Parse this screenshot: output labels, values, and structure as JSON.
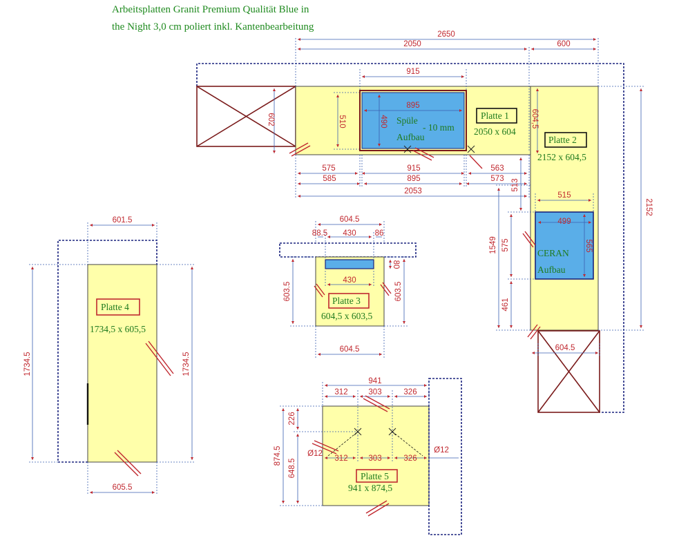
{
  "title": {
    "line1": "Arbeitsplatten Granit Premium Qualität Blue in",
    "line2": "the Night 3,0 cm poliert inkl. Kantenbearbeitung"
  },
  "colors": {
    "slab": "#ffffaa",
    "sink": "#5aaee8",
    "dim": "#c0282f",
    "label_text": "#1f7a1f",
    "outline_dashed": "#1a237e",
    "cabinet": "#7a1a1a",
    "marker": "#c0282f"
  },
  "slabs": {
    "platte1": {
      "name": "Platte 1",
      "size": "2050 x 604"
    },
    "platte2": {
      "name": "Platte 2",
      "size": "2152 x 604,5"
    },
    "platte3": {
      "name": "Platte 3",
      "size": "604,5 x 603,5"
    },
    "platte4": {
      "name": "Platte 4",
      "size": "1734,5 x 605,5"
    },
    "platte5": {
      "name": "Platte 5",
      "size": "941 x 874,5"
    }
  },
  "cutouts": {
    "sink": {
      "line1": "Spüle",
      "line2": "Aufbau",
      "note": "- 10 mm"
    },
    "ceran": {
      "line1": "CERAN",
      "line2": "Aufbau"
    }
  },
  "dimensions": {
    "top_2650": "2650",
    "top_2050": "2050",
    "top_600": "600",
    "sink_915": "915",
    "sink_895": "895",
    "sink_490": "490",
    "sink_510": "510",
    "p1_602": "602",
    "p1_6045": "604,5",
    "row1_575": "575",
    "row1_915": "915",
    "row1_563": "563",
    "row2_585": "585",
    "row2_895": "895",
    "row2_573": "573",
    "total_2053": "2053",
    "p2_513": "513",
    "p2_1549": "1549",
    "p2_575": "575",
    "p2_461": "461",
    "p2_2152": "2152",
    "ceran_515": "515",
    "ceran_499": "499",
    "ceran_565": "565",
    "cab_6045": "604.5",
    "p4_6015": "601.5",
    "p4_6055": "605.5",
    "p4_17345_left": "1734.5",
    "p4_17345_right": "1734.5",
    "p3_6045_top": "604.5",
    "p3_885": "88.5",
    "p3_430_top": "430",
    "p3_86": "86",
    "p3_80": "80",
    "p3_430_inner": "430",
    "p3_6035_left": "603.5",
    "p3_6035_right": "603.5",
    "p3_6045_bottom": "604.5",
    "p5_941": "941",
    "p5_312_top": "312",
    "p5_303_top": "303",
    "p5_326_top": "326",
    "p5_226": "226",
    "p5_8745": "874.5",
    "p5_6485": "648.5",
    "p5_d12_left": "Ø12",
    "p5_d12_right": "Ø12",
    "p5_312_mid": "312",
    "p5_303_mid": "303",
    "p5_326_mid": "326"
  }
}
